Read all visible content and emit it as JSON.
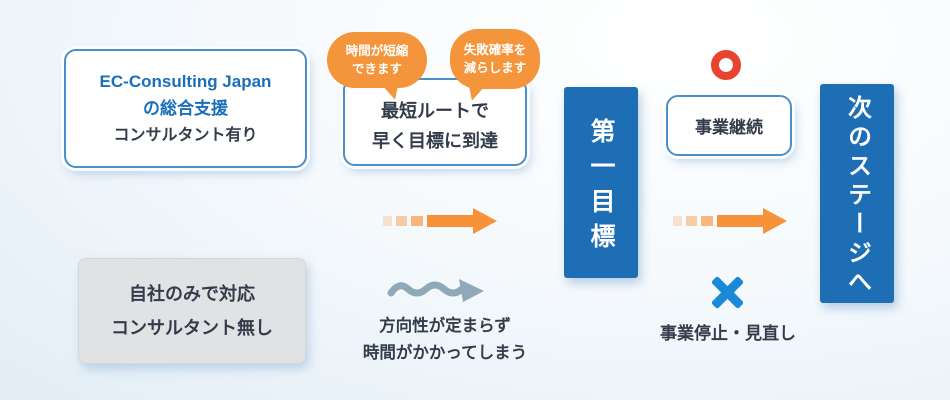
{
  "colors": {
    "primary_blue": "#1e6eb5",
    "border_blue": "#4a8fc7",
    "heading_blue": "#1b6fba",
    "text_dark": "#333c4b",
    "arrow_orange": "#f79238",
    "bubble_orange": "#f5953b",
    "maru_red": "#e8432c",
    "batsu_blue": "#1989d8",
    "wave_gray": "#8fa9b8",
    "gray_box_bg": "#e1e2e3"
  },
  "consultant_path": {
    "company_box": {
      "title": "EC-Consulting Japan",
      "subtitle": "の総合支援",
      "label": "コンサルタント有り"
    },
    "bubbles": [
      {
        "text": "時間が短縮\nできます"
      },
      {
        "text": "失敗確率を\n減らします"
      }
    ],
    "route_box": "最短ルートで\n早く目標に到達",
    "result_box": "事業継続"
  },
  "self_path": {
    "company_box": "自社のみで対応\nコンサルタント無し",
    "route_note": "方向性が定まらず\n時間がかかってしまう",
    "result_note": "事業停止・見直し"
  },
  "milestones": {
    "first_goal": "第一目標",
    "next_stage": "次のステージへ"
  }
}
